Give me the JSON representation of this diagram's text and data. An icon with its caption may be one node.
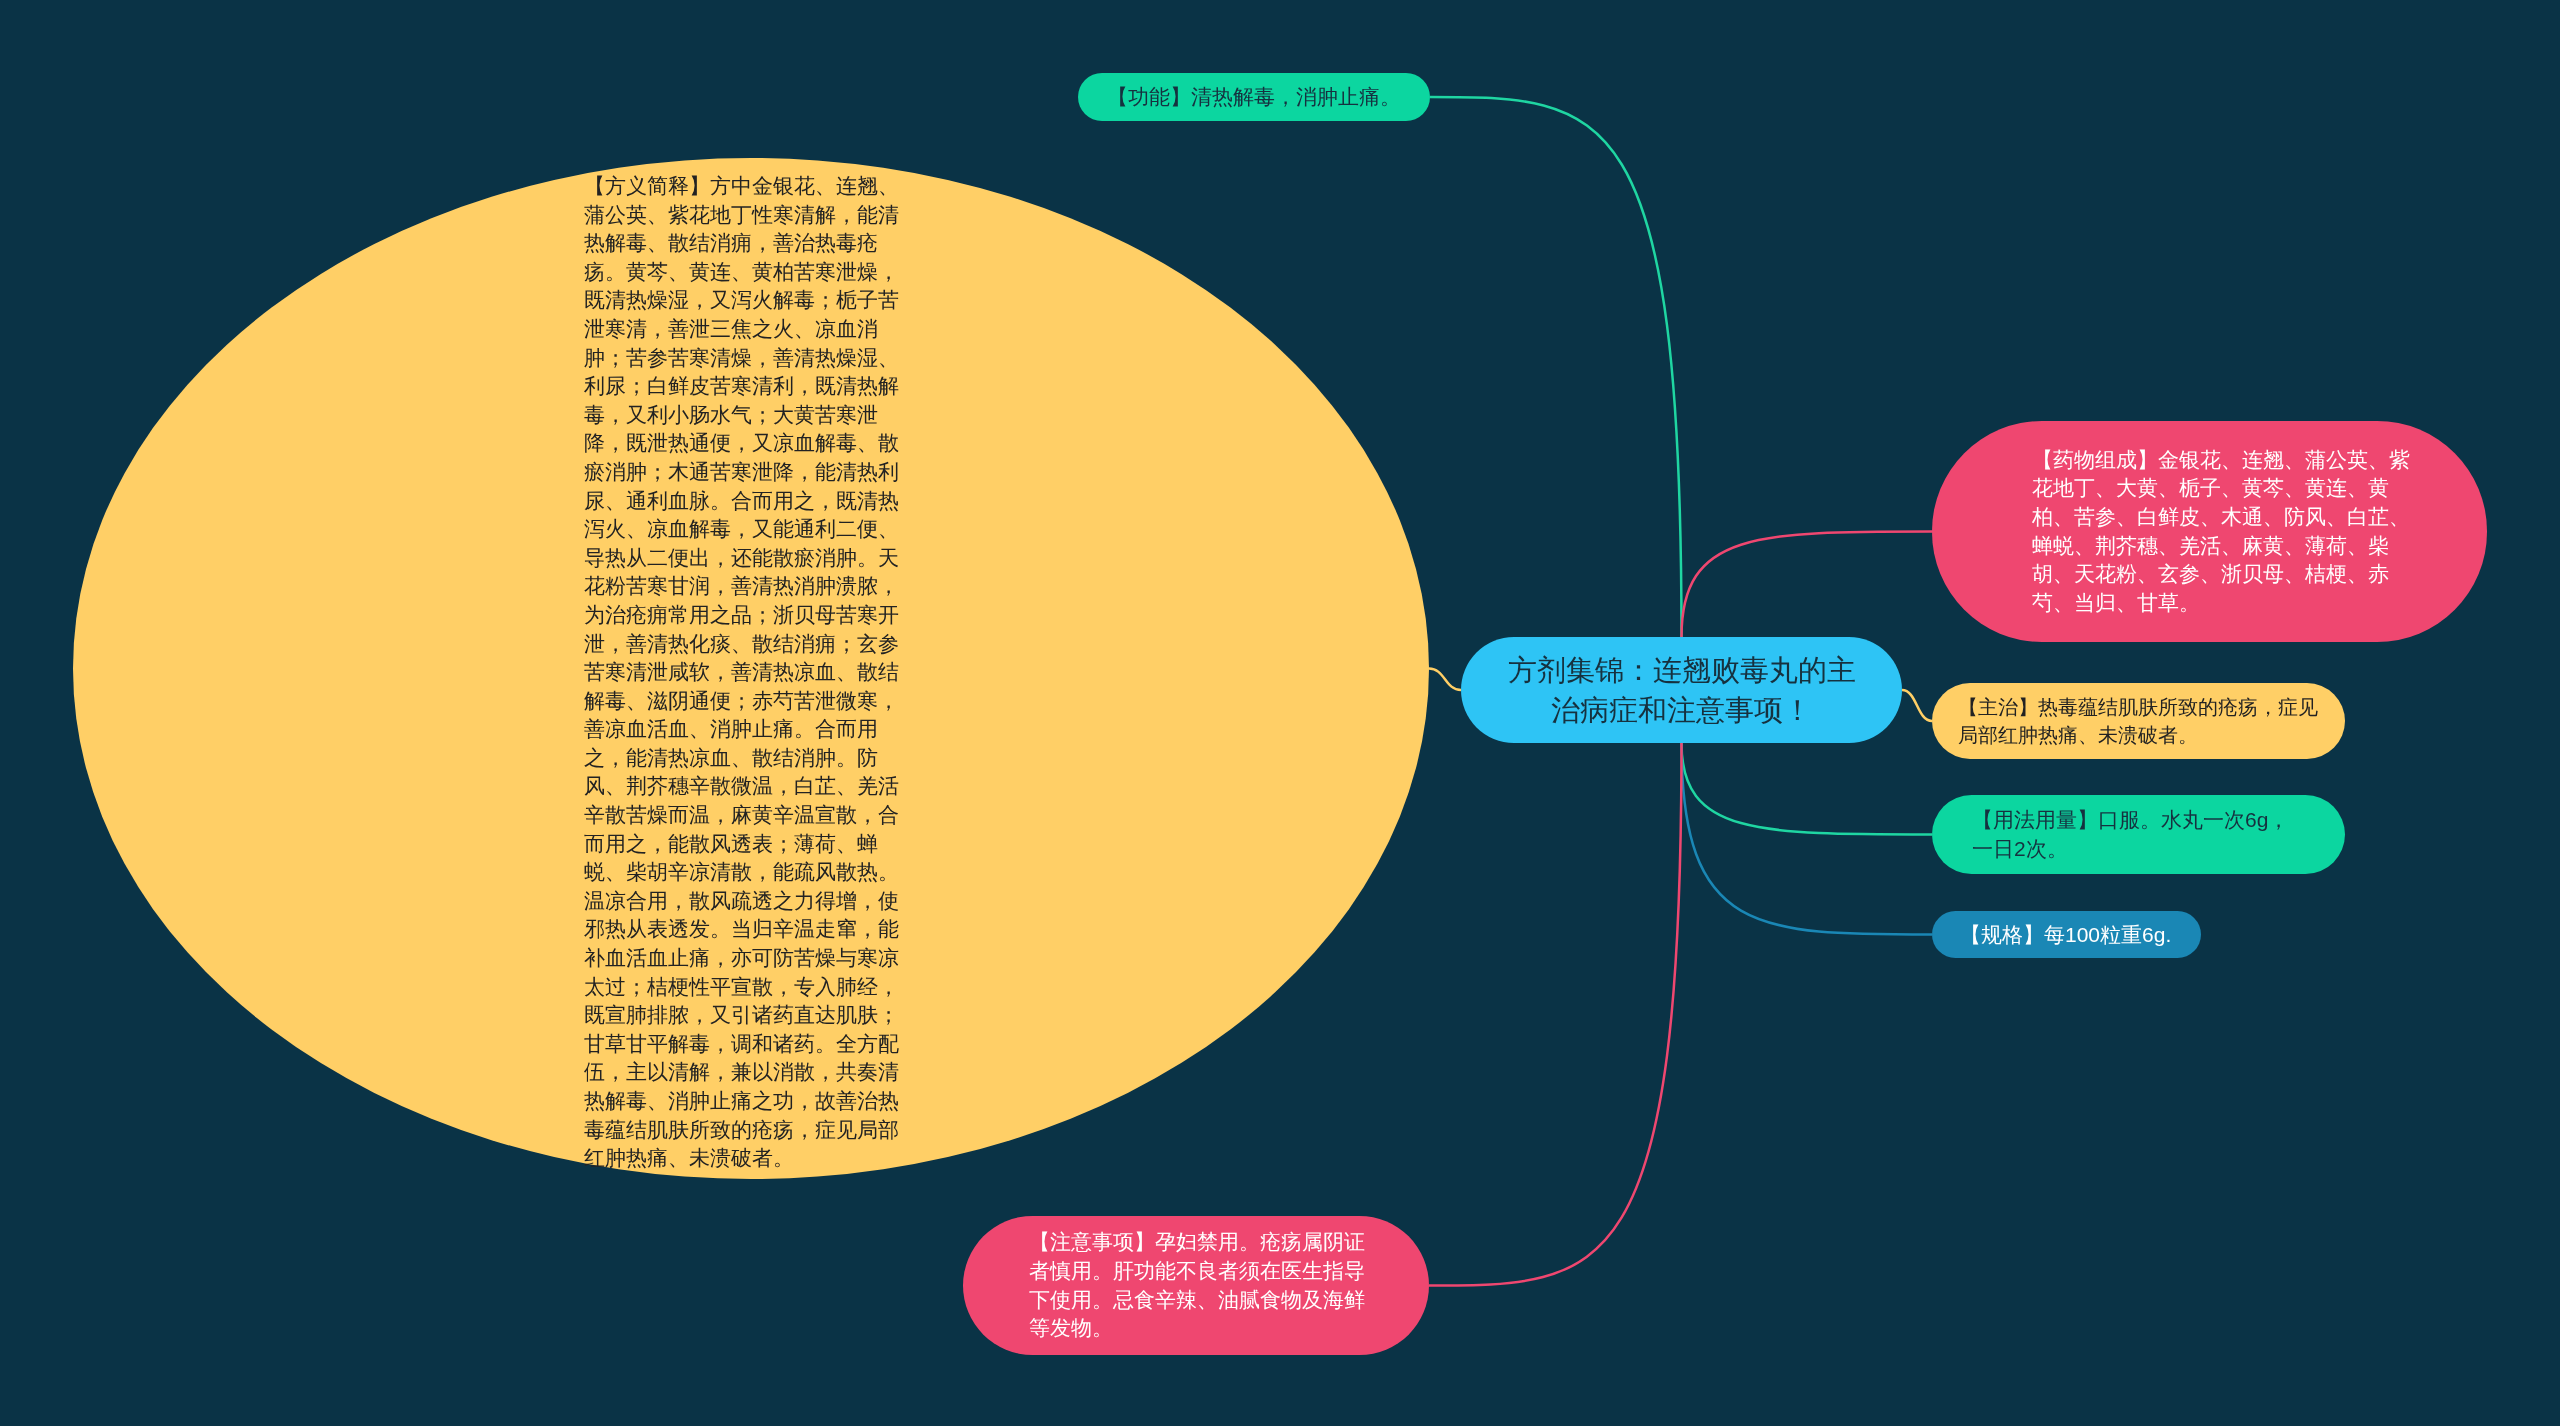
{
  "diagram": {
    "nodes": [
      {
        "text": [
          "方剂集锦：连翘败毒丸的主治病症和注意事项！"
        ]
      },
      {
        "text": [
          "【功能】清热解毒，消肿止痛。"
        ]
      },
      {
        "text": [
          "【方义简释】方中金银花、连翘、蒲公英、紫花地丁性寒清解，能清热解毒、散结消痈，善治热毒疮疡。黄芩、黄连、黄柏苦寒泄燥，既清热燥湿，又泻火解毒；栀子苦泄寒清，善泄三焦之火、凉血消肿；苦参苦寒清燥，善清热燥湿、利尿；白鲜皮苦寒清利，既清热解毒，又利小肠水气；大黄苦寒泄降，既泄热通便，又凉血解毒、散瘀消肿；木通苦寒泄降，能清热利尿、通利血脉。合而用之，既清热泻火、凉血解毒，又能通利二便、导热从二便出，还能散瘀消肿。天花粉苦寒甘润，善清热消肿溃脓，为治疮痈常用之品；浙贝母苦寒开泄，善清热化痰、散结消痈；玄参苦寒清泄咸软，善清热凉血、散结解毒、滋阴通便；赤芍苦泄微寒，善凉血活血、消肿止痛。合而用之，能清热凉血、散结消肿。防风、荆芥穗辛散微温，白芷、羌活辛散苦燥而温，麻黄辛温宣散，合而用之，能散风透表；薄荷、蝉蜕、柴胡辛凉清散，能疏风散热。温凉合用，散风疏透之力得增，使邪热从表透发。当归辛温走窜，能补血活血止痛，亦可防苦燥与寒凉太过；桔梗性平宣散，专入肺经，既宣肺排脓，又引诸药直达肌肤；甘草甘平解毒，调和诸药。全方配伍，主以清解，兼以消散，共奏清热解毒、消肿止痛之功，故善治热毒蕴结肌肤所致的疮疡，症见局部红肿热痛、未溃破者。"
        ]
      },
      {
        "text": [
          "【药物组成】金银花、连翘、蒲公英、紫花地丁、大黄、栀子、黄芩、黄连、黄柏、苦参、白鲜皮、木通、防风、白芷、蝉蜕、荆芥穗、羌活、麻黄、薄荷、柴胡、天花粉、玄参、浙贝母、桔梗、赤芍、当归、甘草。"
        ]
      },
      {
        "text": [
          "【主治】热毒蕴结肌肤所致的疮疡，症见局部红肿热痛、未溃破者。"
        ]
      },
      {
        "text": [
          "【用法用量】口服。水丸一次6g，一日2次。"
        ]
      },
      {
        "text": [
          "【规格】每100粒重6g."
        ]
      },
      {
        "text": [
          "【注意事项】孕妇禁用。疮疡属阴证者慎用。肝功能不良者须在医生指导下使用。忌食辛辣、油腻食物及海鲜等发物。"
        ]
      }
    ],
    "edges": [
      {
        "from": 0,
        "to": 1,
        "arrow": "none",
        "color": "#1fd6a2"
      },
      {
        "from": 0,
        "to": 2,
        "arrow": "none",
        "color": "#ffcf66"
      },
      {
        "from": 0,
        "to": 3,
        "arrow": "none",
        "color": "#ef4770"
      },
      {
        "from": 0,
        "to": 4,
        "arrow": "none",
        "color": "#ffcf66"
      },
      {
        "from": 0,
        "to": 5,
        "arrow": "none",
        "color": "#1fd6a2"
      },
      {
        "from": 0,
        "to": 6,
        "arrow": "none",
        "color": "#1a87b5"
      },
      {
        "from": 0,
        "to": 7,
        "arrow": "none",
        "color": "#ef4770"
      }
    ]
  }
}
